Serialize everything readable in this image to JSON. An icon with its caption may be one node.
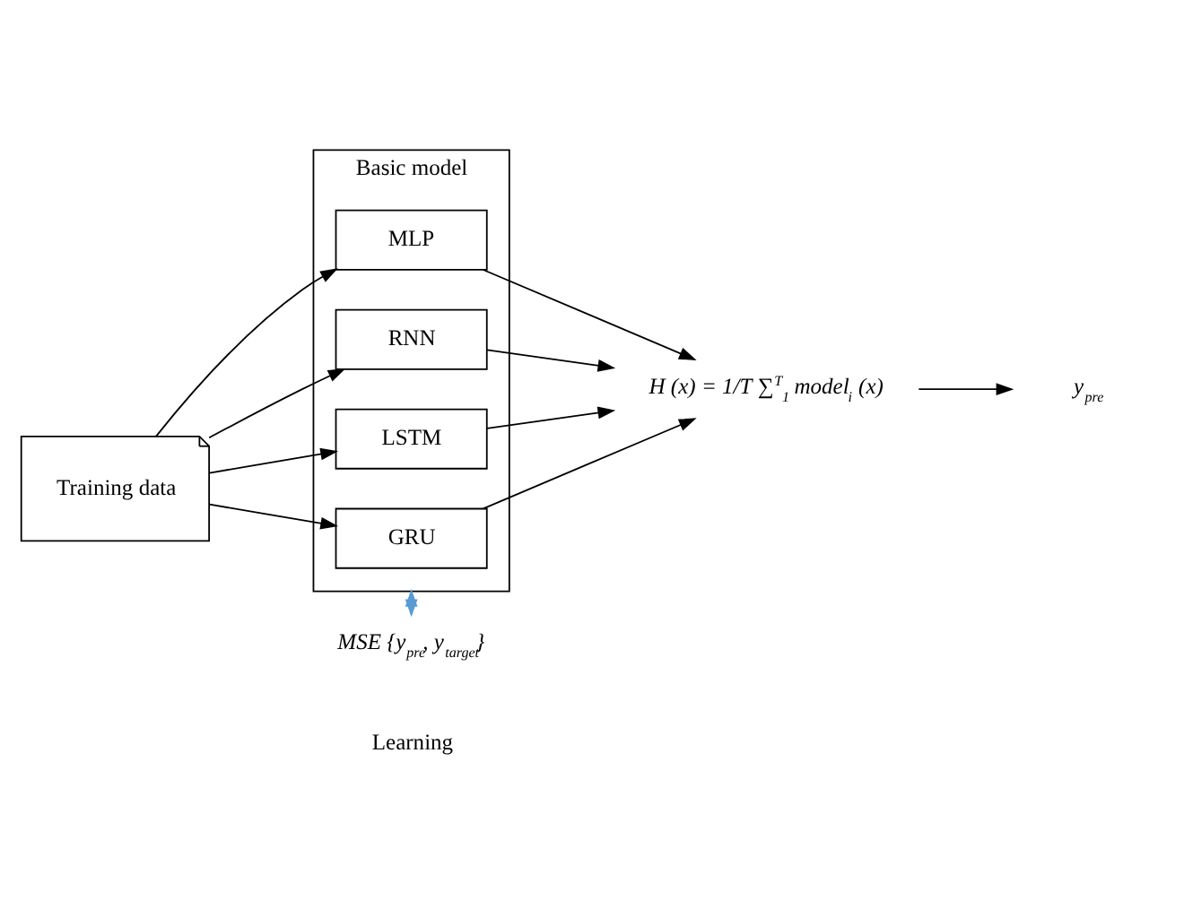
{
  "diagram": {
    "nodes": [
      {
        "text": [
          "Training data"
        ]
      },
      {
        "text": [
          "Basic model"
        ]
      },
      {
        "text": [
          "MLP"
        ],
        "in": 1
      },
      {
        "text": [
          "RNN"
        ],
        "in": 1
      },
      {
        "text": [
          "LSTM"
        ],
        "in": 1
      },
      {
        "text": [
          "GRU"
        ],
        "in": 1
      },
      {
        "text": [
          "H (x) = 1/T ∑$^{T}$$_{1}$ model$_{i}$ (x)"
        ]
      },
      {
        "text": [
          "y$_{pre}$"
        ]
      },
      {
        "text": [
          "MSE {y$_{pre}$, y$_{target}$}"
        ]
      }
    ],
    "edges": [
      {
        "from": 0,
        "to": 2,
        "arrow": "to"
      },
      {
        "from": 0,
        "to": 3,
        "arrow": "to"
      },
      {
        "from": 0,
        "to": 4,
        "arrow": "to"
      },
      {
        "from": 0,
        "to": 5,
        "arrow": "to"
      },
      {
        "from": 2,
        "to": 6,
        "arrow": "to"
      },
      {
        "from": 3,
        "to": 6,
        "arrow": "to"
      },
      {
        "from": 4,
        "to": 6,
        "arrow": "to"
      },
      {
        "from": 5,
        "to": 6,
        "arrow": "to"
      },
      {
        "from": 6,
        "to": 7,
        "arrow": "to"
      },
      {
        "from": 1,
        "to": 8,
        "arrow": "to",
        "color": "#5b9bd5"
      },
      {
        "from": 8,
        "to": 1,
        "arrow": "to",
        "color": "#5b9bd5"
      }
    ],
    "labels": [
      "Learning"
    ]
  }
}
